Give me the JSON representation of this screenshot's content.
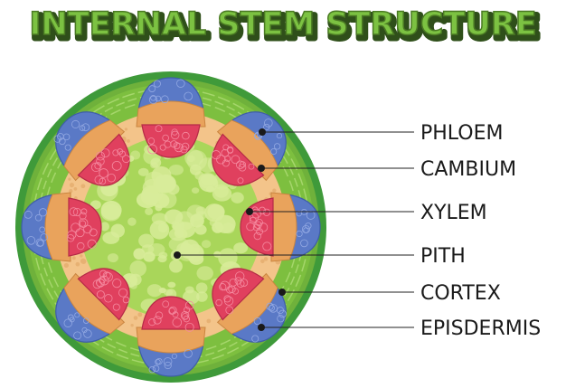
{
  "title": "INTERNAL STEM STRUCTURE",
  "labels": [
    {
      "id": "phloem",
      "text": "PHLOEM"
    },
    {
      "id": "cambium",
      "text": "CAMBIUM"
    },
    {
      "id": "xylem",
      "text": "XYLEM"
    },
    {
      "id": "pith",
      "text": "PITH"
    },
    {
      "id": "cortex",
      "text": "CORTEX"
    },
    {
      "id": "epidermis",
      "text": "EPISDERMIS"
    }
  ],
  "colors": {
    "title_fill": "#7cc242",
    "title_shadow": "#2f4f1a",
    "epidermis": "#3f9a3a",
    "cortex": "#7dbf3f",
    "cambium": "#f3c48a",
    "phloem": "#5a79c6",
    "xylem": "#e0405e",
    "pith": "#a9d65a",
    "pith_cells": "#d8ec9a"
  }
}
